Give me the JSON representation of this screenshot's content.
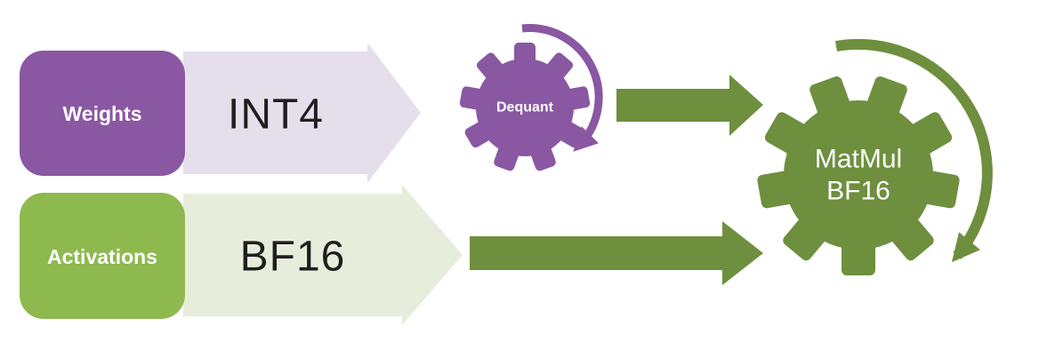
{
  "diagram": {
    "weights": {
      "label": "Weights"
    },
    "activations": {
      "label": "Activations"
    },
    "int4_arrow": {
      "label": "INT4"
    },
    "bf16_arrow": {
      "label": "BF16"
    },
    "dequant_gear": {
      "label": "Dequant"
    },
    "matmul_gear": {
      "label_line1": "MatMul",
      "label_line2": "BF16"
    },
    "colors": {
      "purple": "#8a57a3",
      "lavender_arrow": "#e5dfec",
      "green": "#8db94e",
      "light_green_arrow": "#e6eedb",
      "olive_arrow": "#6e8f3e",
      "background": "#ffffff"
    }
  }
}
